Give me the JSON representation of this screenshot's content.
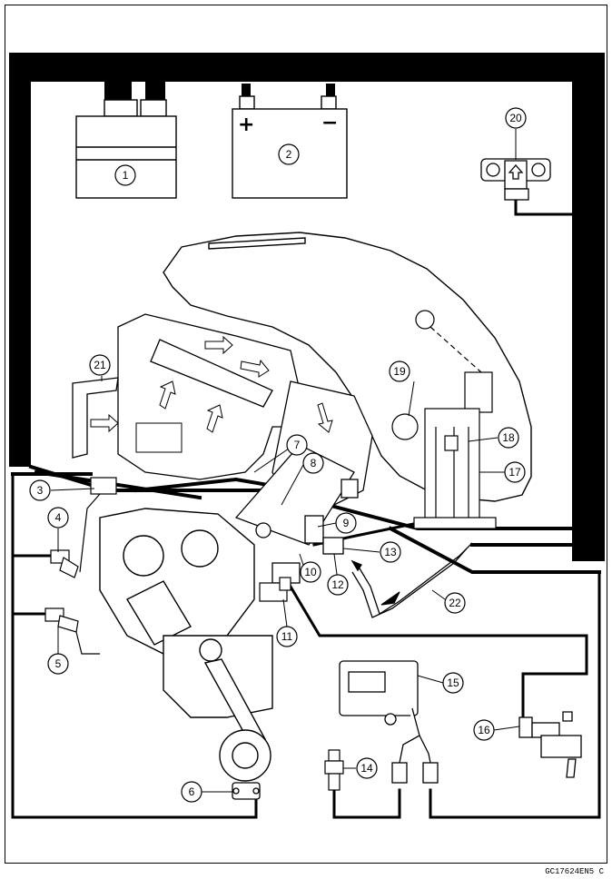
{
  "figure_code": "GC17624EN5 C",
  "battery": {
    "plus": "+",
    "minus": "−"
  },
  "callouts": [
    "1",
    "2",
    "3",
    "4",
    "5",
    "6",
    "7",
    "8",
    "9",
    "10",
    "11",
    "12",
    "13",
    "14",
    "15",
    "16",
    "17",
    "18",
    "19",
    "20",
    "21",
    "22"
  ],
  "colors": {
    "line": "#000000",
    "background": "#ffffff",
    "frame": "#000000"
  }
}
